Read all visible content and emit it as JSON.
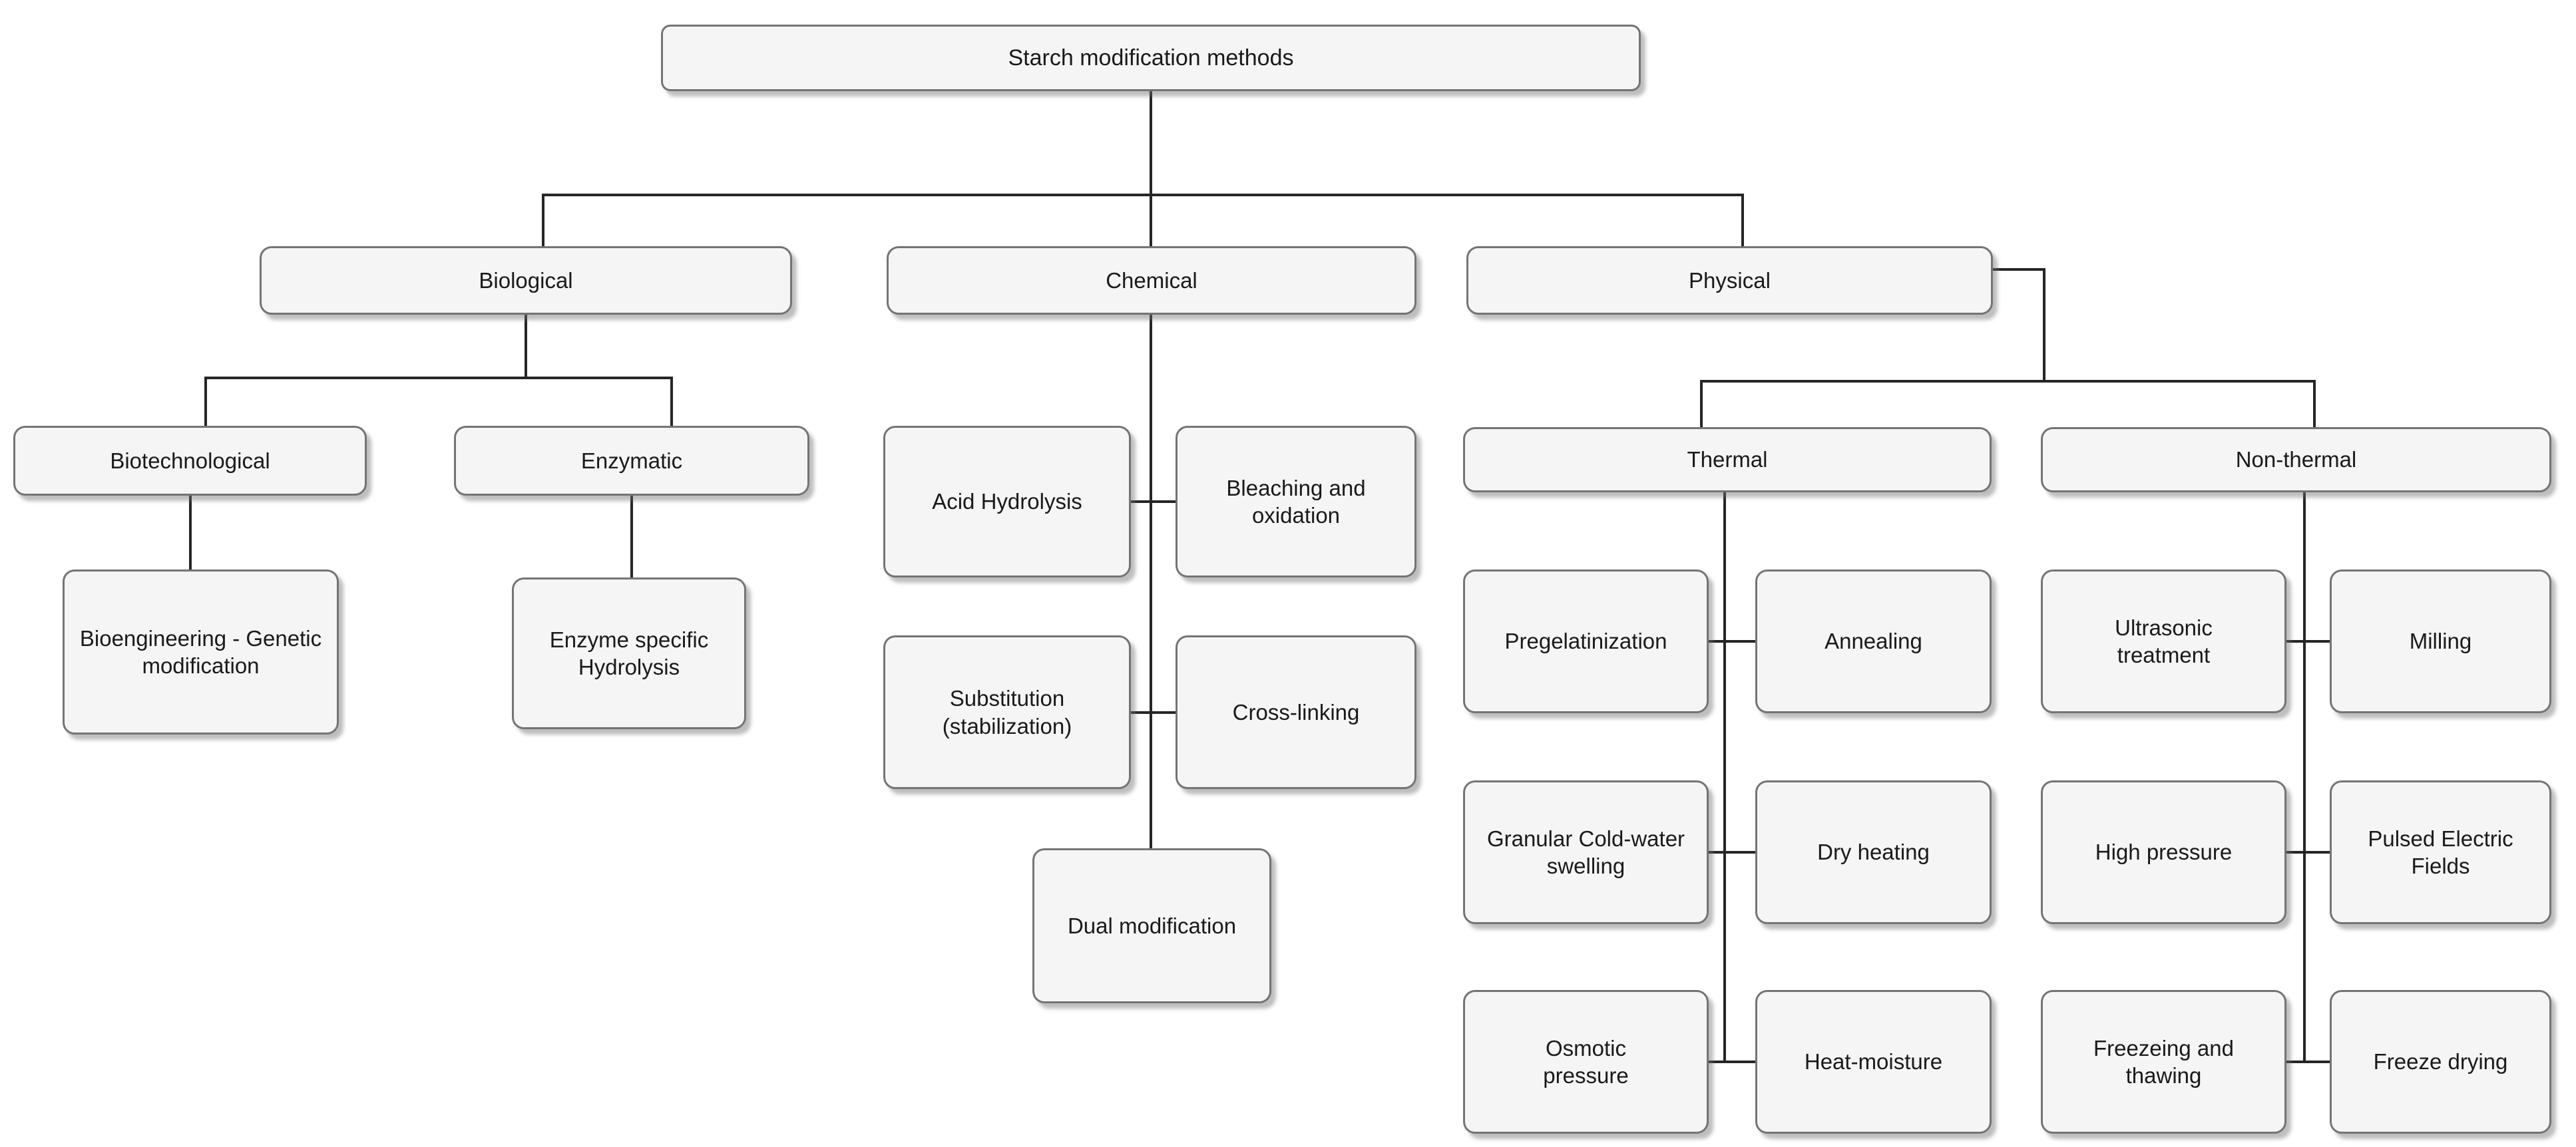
{
  "diagram_title": "Starch modification methods",
  "colors": {
    "background": "#ffffff",
    "box_fill": "#f5f5f5",
    "box_border": "#747474",
    "connector": "#262626",
    "text": "#1a1a1a"
  },
  "tree": {
    "root": {
      "id": "starch-modification-methods",
      "label": "Starch modification methods",
      "children": [
        {
          "id": "biological",
          "label": "Biological",
          "children": [
            {
              "id": "biotechnological",
              "label": "Biotechnological",
              "children": [
                {
                  "id": "bioengineering-genetic-modification",
                  "label": "Bioengineering - Genetic modification"
                }
              ]
            },
            {
              "id": "enzymatic",
              "label": "Enzymatic",
              "children": [
                {
                  "id": "enzyme-specific-hydrolysis",
                  "label": "Enzyme specific Hydrolysis"
                }
              ]
            }
          ]
        },
        {
          "id": "chemical",
          "label": "Chemical",
          "children": [
            {
              "id": "acid-hydrolysis",
              "label": "Acid Hydrolysis"
            },
            {
              "id": "bleaching-and-oxidation",
              "label": "Bleaching and oxidation"
            },
            {
              "id": "substitution-stabilization",
              "label": "Substitution (stabilization)"
            },
            {
              "id": "cross-linking",
              "label": "Cross-linking"
            },
            {
              "id": "dual-modification",
              "label": "Dual modification"
            }
          ]
        },
        {
          "id": "physical",
          "label": "Physical",
          "children": [
            {
              "id": "thermal",
              "label": "Thermal",
              "children": [
                {
                  "id": "pregelatinization",
                  "label": "Pregelatinization"
                },
                {
                  "id": "annealing",
                  "label": "Annealing"
                },
                {
                  "id": "granular-cold-water-swelling",
                  "label": "Granular Cold-water swelling"
                },
                {
                  "id": "dry-heating",
                  "label": "Dry heating"
                },
                {
                  "id": "osmotic-pressure",
                  "label": "Osmotic pressure"
                },
                {
                  "id": "heat-moisture",
                  "label": "Heat-moisture"
                }
              ]
            },
            {
              "id": "non-thermal",
              "label": "Non-thermal",
              "children": [
                {
                  "id": "ultrasonic-treatment",
                  "label": "Ultrasonic treatment"
                },
                {
                  "id": "milling",
                  "label": "Milling"
                },
                {
                  "id": "high-pressure",
                  "label": "High pressure"
                },
                {
                  "id": "pulsed-electric-fields",
                  "label": "Pulsed Electric Fields"
                },
                {
                  "id": "freezeing-and-thawing",
                  "label": "Freezeing and thawing"
                },
                {
                  "id": "freeze-drying",
                  "label": "Freeze drying"
                }
              ]
            }
          ]
        }
      ]
    }
  }
}
